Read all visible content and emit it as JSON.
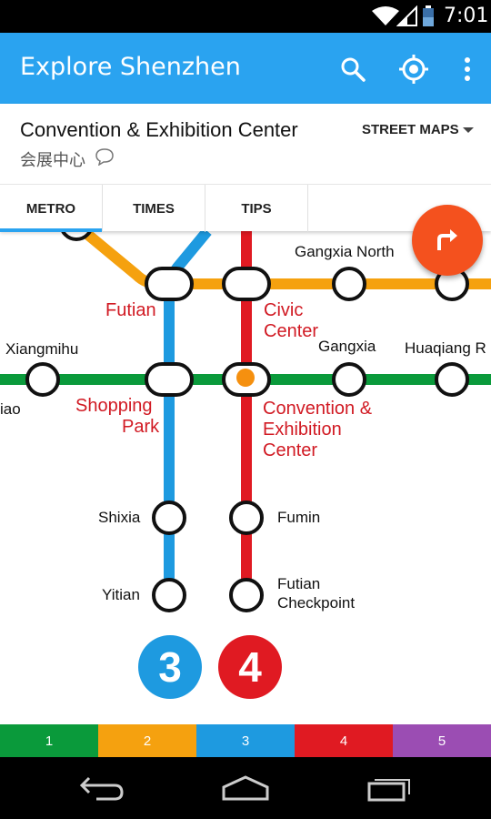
{
  "status_bar": {
    "time": "7:01"
  },
  "app_bar": {
    "title": "Explore Shenzhen",
    "icons": [
      "search-icon",
      "my-location-icon",
      "overflow-menu-icon"
    ]
  },
  "station": {
    "name": "Convention & Exhibition Center",
    "name_cn": "会展中心",
    "lines": [
      {
        "number": "1",
        "color": "#0a9a3b"
      },
      {
        "number": "4",
        "color": "#e01a22"
      }
    ]
  },
  "street_maps_label": "STREET MAPS",
  "tabs": [
    {
      "label": "METRO",
      "active": true
    },
    {
      "label": "TIMES",
      "active": false
    },
    {
      "label": "TIPS",
      "active": false
    }
  ],
  "fab_icon": "directions-icon",
  "map": {
    "labels": {
      "gangxia_north": "Gangxia North",
      "futian": "Futian",
      "civic_center_1": "Civic",
      "civic_center_2": "Center",
      "xiangmihu": "Xiangmihu",
      "gangxia": "Gangxia",
      "huaqiang": "Huaqiang R",
      "qiaocheng_partial": "iao",
      "shopping_park_1": "Shopping",
      "shopping_park_2": "Park",
      "convention_1": "Convention &",
      "convention_2": "Exhibition",
      "convention_3": "Center",
      "shixia": "Shixia",
      "fumin": "Fumin",
      "yitian": "Yitian",
      "futian_checkpoint_1": "Futian",
      "futian_checkpoint_2": "Checkpoint"
    },
    "line_badges": [
      {
        "number": "3",
        "color": "#1e9ae0"
      },
      {
        "number": "4",
        "color": "#e01a22"
      }
    ]
  },
  "line_strip": [
    {
      "label": "1",
      "color": "#0a9a3b"
    },
    {
      "label": "2",
      "color": "#f5a10f"
    },
    {
      "label": "3",
      "color": "#1e9ae0"
    },
    {
      "label": "4",
      "color": "#e01a22"
    },
    {
      "label": "5",
      "color": "#9b4db3"
    }
  ],
  "nav_bar": {
    "icons": [
      "back-icon",
      "home-icon",
      "recent-apps-icon"
    ]
  }
}
